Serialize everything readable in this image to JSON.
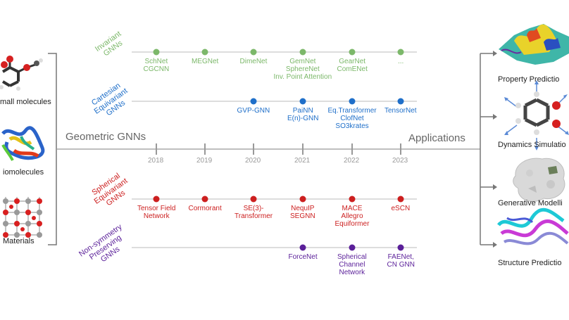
{
  "title": "Geometric GNNs",
  "applications_title": "Applications",
  "inputs": [
    "mall molecules",
    "iomolecules",
    "Materials"
  ],
  "applications": [
    "Property Predictio",
    "Dynamics Simulatio",
    "Generative Modelli",
    "Structure Predictio"
  ],
  "years": [
    "2018",
    "2019",
    "2020",
    "2021",
    "2022",
    "2023"
  ],
  "colors": {
    "invariant": "#7cb86a",
    "cartesian": "#1f6fc9",
    "spherical": "#cc1f1f",
    "nonsym": "#5a1f99",
    "axis": "#999999"
  },
  "categories": [
    {
      "id": "invariant",
      "label_lines": [
        "Invariant",
        "GNNs"
      ],
      "models": [
        {
          "year": "2018",
          "lines": [
            "SchNet",
            "CGCNN"
          ]
        },
        {
          "year": "2019",
          "lines": [
            "MEGNet"
          ]
        },
        {
          "year": "2020",
          "lines": [
            "DimeNet"
          ]
        },
        {
          "year": "2021",
          "lines": [
            "GemNet",
            "SphereNet",
            "Inv. Point Attention"
          ]
        },
        {
          "year": "2022",
          "lines": [
            "GearNet",
            "ComENet"
          ]
        },
        {
          "year": "2023",
          "lines": [
            "..."
          ]
        }
      ]
    },
    {
      "id": "cartesian",
      "label_lines": [
        "Cartesian",
        "Equivariant",
        "GNNs"
      ],
      "models": [
        {
          "year": "2020",
          "lines": [
            "GVP-GNN"
          ]
        },
        {
          "year": "2021",
          "lines": [
            "PaiNN",
            "E(n)-GNN"
          ]
        },
        {
          "year": "2022",
          "lines": [
            "Eq.Transformer",
            "ClofNet",
            "SO3krates"
          ]
        },
        {
          "year": "2023",
          "lines": [
            "TensorNet"
          ]
        }
      ]
    },
    {
      "id": "spherical",
      "label_lines": [
        "Spherical",
        "Equivariant",
        "GNNs"
      ],
      "models": [
        {
          "year": "2018",
          "lines": [
            "Tensor Field",
            "Network"
          ]
        },
        {
          "year": "2019",
          "lines": [
            "Cormorant"
          ]
        },
        {
          "year": "2020",
          "lines": [
            "SE(3)-",
            "Transformer"
          ]
        },
        {
          "year": "2021",
          "lines": [
            "NequIP",
            "SEGNN"
          ]
        },
        {
          "year": "2022",
          "lines": [
            "MACE",
            "Allegro",
            "Equiformer"
          ]
        },
        {
          "year": "2023",
          "lines": [
            "eSCN"
          ]
        }
      ]
    },
    {
      "id": "nonsym",
      "label_lines": [
        "Non-symmetry",
        "Preserving",
        "GNNs"
      ],
      "models": [
        {
          "year": "2021",
          "lines": [
            "ForceNet"
          ]
        },
        {
          "year": "2022",
          "lines": [
            "Spherical",
            "Channel",
            "Network"
          ]
        },
        {
          "year": "2023",
          "lines": [
            "FAENet,",
            "CN GNN"
          ]
        }
      ]
    }
  ]
}
